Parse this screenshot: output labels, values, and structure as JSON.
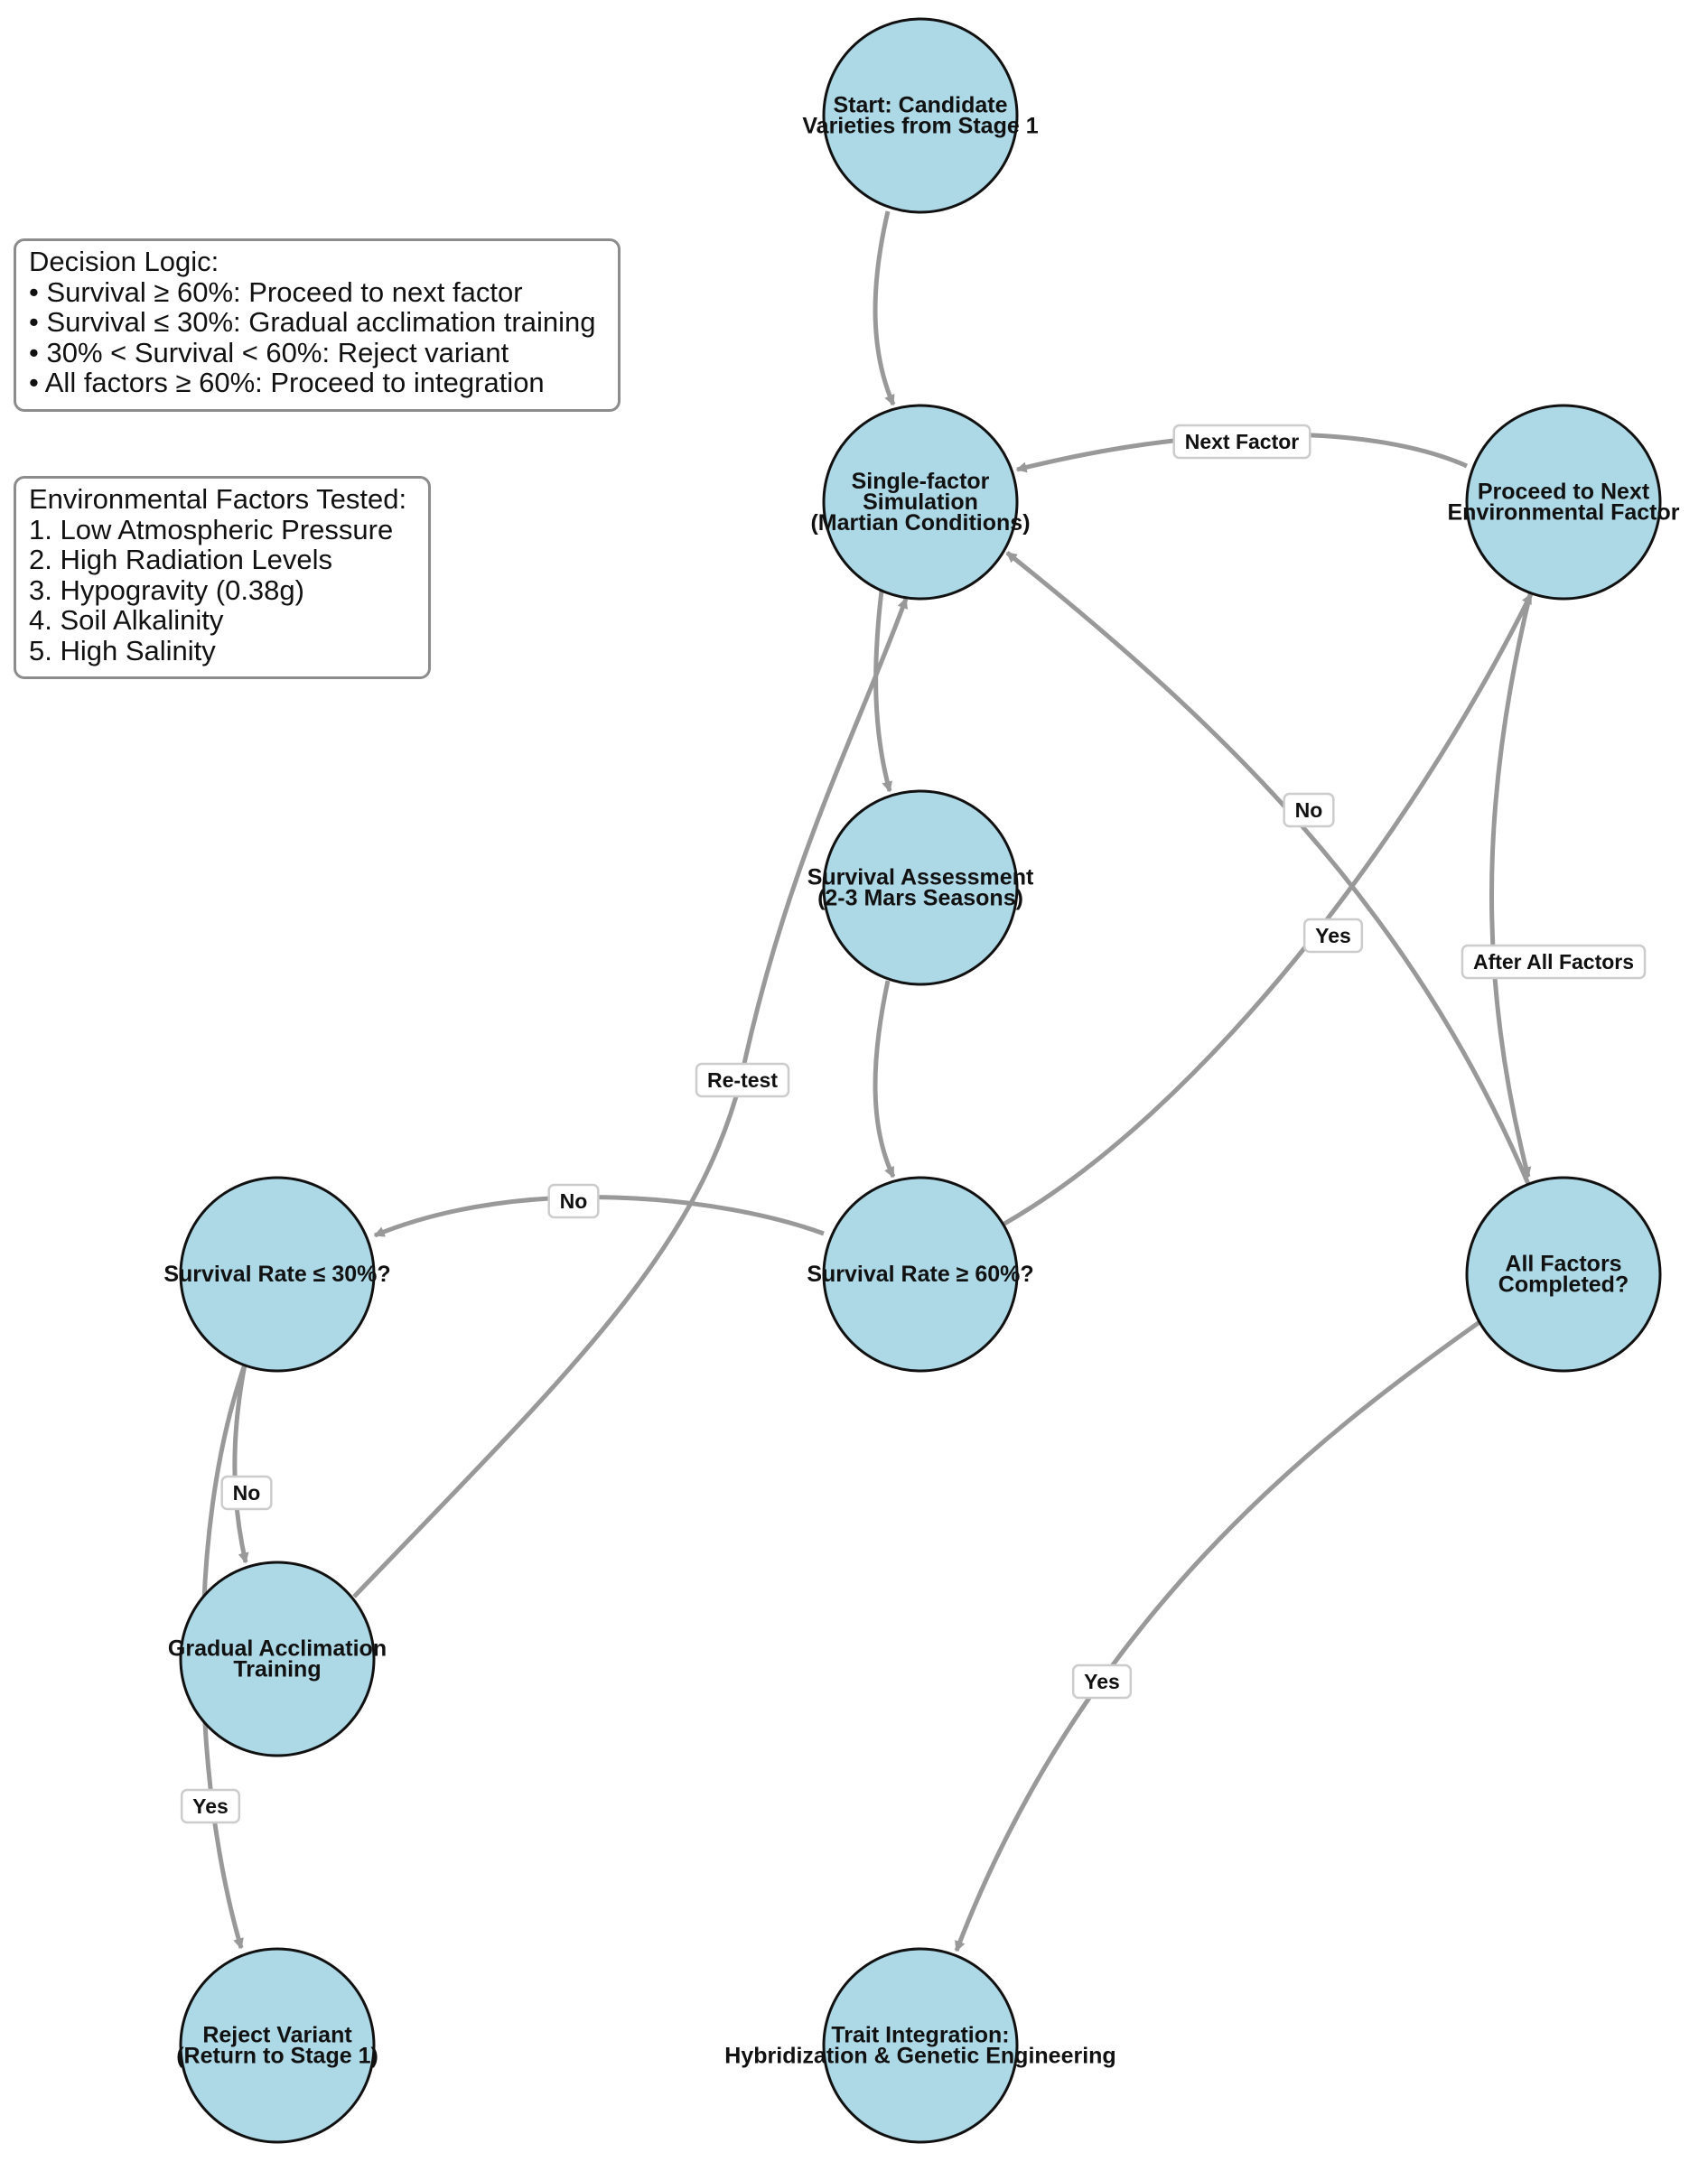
{
  "nodes": [
    {
      "id": "start",
      "lines": [
        "Start: Candidate",
        "Varieties from Stage 1"
      ]
    },
    {
      "id": "single",
      "lines": [
        "Single-factor",
        "Simulation",
        "(Martian Conditions)"
      ]
    },
    {
      "id": "survival",
      "lines": [
        "Survival Assessment",
        "(2-3 Mars Seasons)"
      ]
    },
    {
      "id": "rate60",
      "lines": [
        "Survival Rate ≥ 60%?"
      ]
    },
    {
      "id": "rate30",
      "lines": [
        "Survival Rate ≤ 30%?"
      ]
    },
    {
      "id": "acclim",
      "lines": [
        "Gradual Acclimation",
        "Training"
      ]
    },
    {
      "id": "reject",
      "lines": [
        "Reject Variant",
        "(Return to Stage 1)"
      ]
    },
    {
      "id": "proceed",
      "lines": [
        "Proceed to Next",
        "Environmental Factor"
      ]
    },
    {
      "id": "allfactors",
      "lines": [
        "All Factors",
        "Completed?"
      ]
    },
    {
      "id": "trait",
      "lines": [
        "Trait Integration:",
        "Hybridization & Genetic Engineering"
      ]
    }
  ],
  "edges": [
    {
      "id": "start-single",
      "from": "start",
      "to": "single",
      "label": ""
    },
    {
      "id": "single-survival",
      "from": "single",
      "to": "survival",
      "label": ""
    },
    {
      "id": "survival-rate60",
      "from": "survival",
      "to": "rate60",
      "label": ""
    },
    {
      "id": "rate60-rate30",
      "from": "rate60",
      "to": "rate30",
      "label": "No"
    },
    {
      "id": "rate60-proceed",
      "from": "rate60",
      "to": "proceed",
      "label": "Yes"
    },
    {
      "id": "rate30-acclim",
      "from": "rate30",
      "to": "acclim",
      "label": "No"
    },
    {
      "id": "rate30-reject",
      "from": "rate30",
      "to": "reject",
      "label": "Yes"
    },
    {
      "id": "acclim-single",
      "from": "acclim",
      "to": "single",
      "label": "Re-test"
    },
    {
      "id": "proceed-single",
      "from": "proceed",
      "to": "single",
      "label": "Next Factor"
    },
    {
      "id": "proceed-allfactors",
      "from": "proceed",
      "to": "allfactors",
      "label": "After All Factors"
    },
    {
      "id": "allfactors-single",
      "from": "allfactors",
      "to": "single",
      "label": "No"
    },
    {
      "id": "allfactors-trait",
      "from": "allfactors",
      "to": "trait",
      "label": "Yes"
    }
  ],
  "decision_logic": {
    "title": "Decision Logic:",
    "lines": [
      "• Survival ≥ 60%: Proceed to next factor",
      "• Survival ≤ 30%: Gradual acclimation training",
      "• 30% < Survival < 60%: Reject variant",
      "• All factors ≥ 60%: Proceed to integration"
    ]
  },
  "environmental_factors": {
    "title": "Environmental Factors Tested:",
    "lines": [
      "1. Low Atmospheric Pressure",
      "2. High Radiation Levels",
      "3. Hypogravity (0.38g)",
      "4. Soil Alkalinity",
      "5. High Salinity"
    ]
  },
  "colors": {
    "node_fill": "#add8e6",
    "node_stroke": "#111111",
    "edge": "#999999",
    "label_border": "#cccccc",
    "legend_border": "#8c8c8c",
    "text": "#111111"
  }
}
